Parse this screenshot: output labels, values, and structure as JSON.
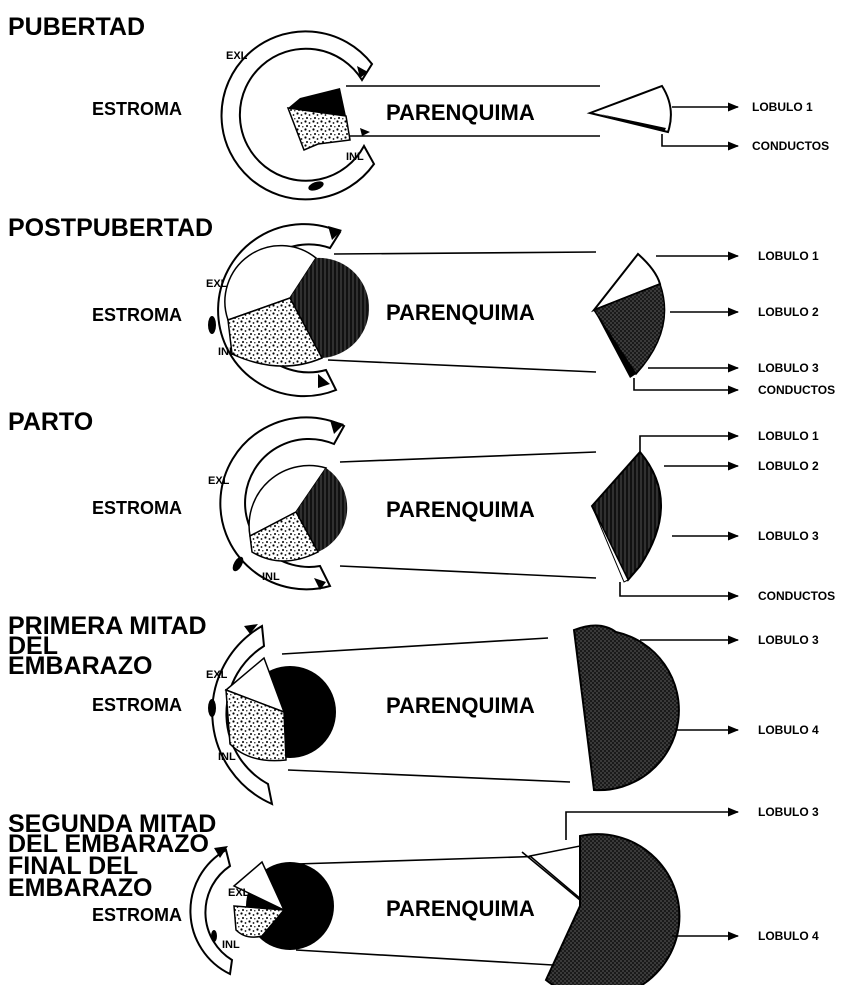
{
  "colors": {
    "ink": "#000000",
    "paper": "#ffffff"
  },
  "stages": [
    {
      "title": [
        "PUBERTAD"
      ],
      "estroma": "ESTROMA",
      "parenquima": "PARENQUIMA",
      "exl": "EXL",
      "inl": "INL",
      "right_labels": [
        "LOBULO 1",
        "CONDUCTOS"
      ]
    },
    {
      "title": [
        "POSTPUBERTAD"
      ],
      "estroma": "ESTROMA",
      "parenquima": "PARENQUIMA",
      "exl": "EXL",
      "inl": "INL",
      "right_labels": [
        "LOBULO 1",
        "LOBULO 2",
        "LOBULO 3",
        "CONDUCTOS"
      ]
    },
    {
      "title": [
        "PARTO"
      ],
      "estroma": "ESTROMA",
      "parenquima": "PARENQUIMA",
      "exl": "EXL",
      "inl": "INL",
      "right_labels": [
        "LOBULO 1",
        "LOBULO 2",
        "LOBULO 3",
        "CONDUCTOS"
      ]
    },
    {
      "title": [
        "PRIMERA MITAD",
        "DEL",
        "EMBARAZO"
      ],
      "estroma": "ESTROMA",
      "parenquima": "PARENQUIMA",
      "exl": "EXL",
      "inl": "INL",
      "right_labels": [
        "LOBULO 3",
        "LOBULO 4"
      ]
    },
    {
      "title": [
        "SEGUNDA MITAD",
        "DEL EMBARAZO",
        "FINAL DEL",
        "EMBARAZO"
      ],
      "estroma": "ESTROMA",
      "parenquima": "PARENQUIMA",
      "exl": "EXL",
      "inl": "INL",
      "right_labels": [
        "LOBULO 3",
        "LOBULO 4"
      ]
    }
  ]
}
